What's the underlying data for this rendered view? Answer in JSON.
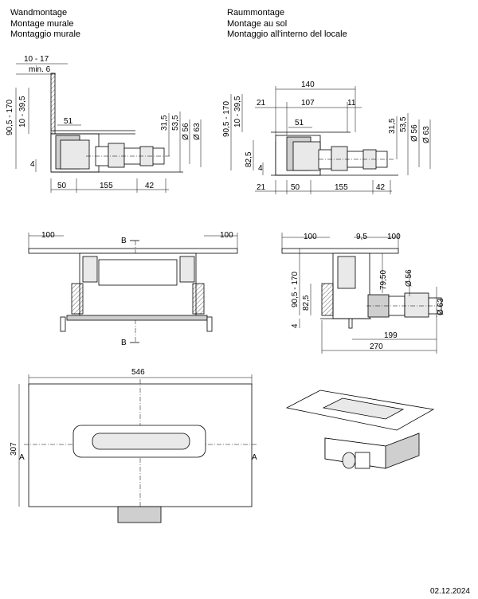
{
  "header_left": {
    "line1": "Wandmontage",
    "line2": "Montage murale",
    "line3": "Montaggio murale"
  },
  "header_right": {
    "line1": "Raummontage",
    "line2": "Montage au sol",
    "line3": "Montaggio all'interno del locale"
  },
  "wall_view": {
    "dim_10_17": "10 - 17",
    "dim_min6": "min. 6",
    "dim_90_170": "90,5 - 170",
    "dim_10_39": "10 - 39,5",
    "dim_51": "51",
    "dim_4": "4",
    "dim_31_5": "31,5",
    "dim_53_5": "53,5",
    "dim_d56": "Ø 56",
    "dim_d63": "Ø 63",
    "dim_50": "50",
    "dim_155": "155",
    "dim_42": "42"
  },
  "floor_view": {
    "dim_140": "140",
    "dim_21_top": "21",
    "dim_107": "107",
    "dim_11": "11",
    "dim_90_170": "90,5 - 170",
    "dim_10_39": "10 - 39,5",
    "dim_51": "51",
    "dim_82_5": "82,5",
    "dim_4": "4",
    "dim_31_5": "31,5",
    "dim_53_5": "53,5",
    "dim_d56": "Ø 56",
    "dim_d63": "Ø 63",
    "dim_21_bottom": "21",
    "dim_50": "50",
    "dim_155": "155",
    "dim_42": "42"
  },
  "section_b": {
    "dim_100_left": "100",
    "dim_100_right": "100",
    "label_b_top": "B",
    "label_b_bottom": "B"
  },
  "side_section": {
    "dim_100_left": "100",
    "dim_9_5": "9,5",
    "dim_100_right": "100",
    "dim_79_50": "79,50",
    "dim_90_170": "90,5 - 170",
    "dim_82_5": "82,5",
    "dim_4": "4",
    "dim_d56": "Ø 56",
    "dim_d63": "Ø 63",
    "dim_199": "199",
    "dim_270": "270"
  },
  "top_view": {
    "dim_546": "546",
    "dim_307": "307",
    "label_a_left": "A",
    "label_a_right": "A"
  },
  "date": "02.12.2024"
}
